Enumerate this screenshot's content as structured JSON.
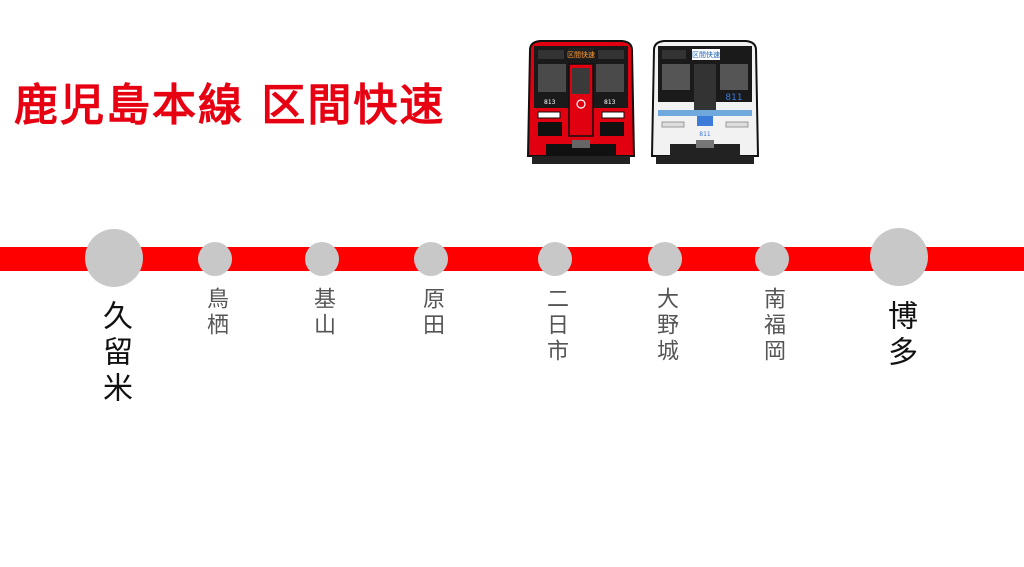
{
  "title": "鹿児島本線 区間快速",
  "colors": {
    "line": "#ff0000",
    "title": "#e60012",
    "station_dot": "#c8c8c8"
  },
  "trains": {
    "red_train": {
      "dest_sign": "区間快速",
      "number": "813"
    },
    "white_train": {
      "dest_sign": "区間快速",
      "number": "811"
    }
  },
  "stations": [
    {
      "name": "久留米",
      "type": "major"
    },
    {
      "name": "鳥栖",
      "type": "minor"
    },
    {
      "name": "基山",
      "type": "minor"
    },
    {
      "name": "原田",
      "type": "minor"
    },
    {
      "name": "二日市",
      "type": "minor"
    },
    {
      "name": "大野城",
      "type": "minor"
    },
    {
      "name": "南福岡",
      "type": "minor"
    },
    {
      "name": "博多",
      "type": "major"
    }
  ]
}
